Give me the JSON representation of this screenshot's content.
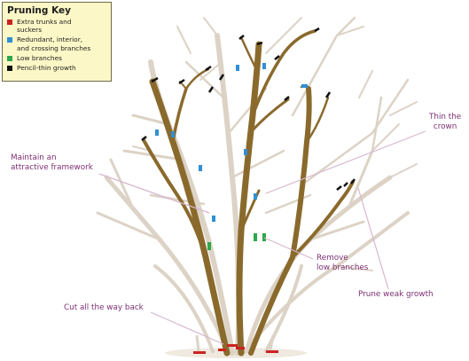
{
  "key": {
    "title": "Pruning Key",
    "items": [
      {
        "label": "Extra trunks and\nsuckers",
        "color": "#cc2222",
        "icon": "red-square-icon"
      },
      {
        "label": "Redundant, interior,\nand crossing branches",
        "color": "#2f8fd6",
        "icon": "blue-square-icon"
      },
      {
        "label": "Low branches",
        "color": "#2ea84a",
        "icon": "green-square-icon"
      },
      {
        "label": "Pencil-thin growth",
        "color": "#111111",
        "icon": "black-square-icon"
      }
    ]
  },
  "callouts": {
    "thin_crown": "Thin the\ncrown",
    "framework": "Maintain an\nattractive framework",
    "low_branches": "Remove\nlow branches",
    "weak_growth": "Prune weak growth",
    "cut_back": "Cut all the way back"
  },
  "colors": {
    "kept_wood": "#8a6a2c",
    "removed_wood": "#dcd3c6",
    "leader_line": "#d7b7cf"
  }
}
